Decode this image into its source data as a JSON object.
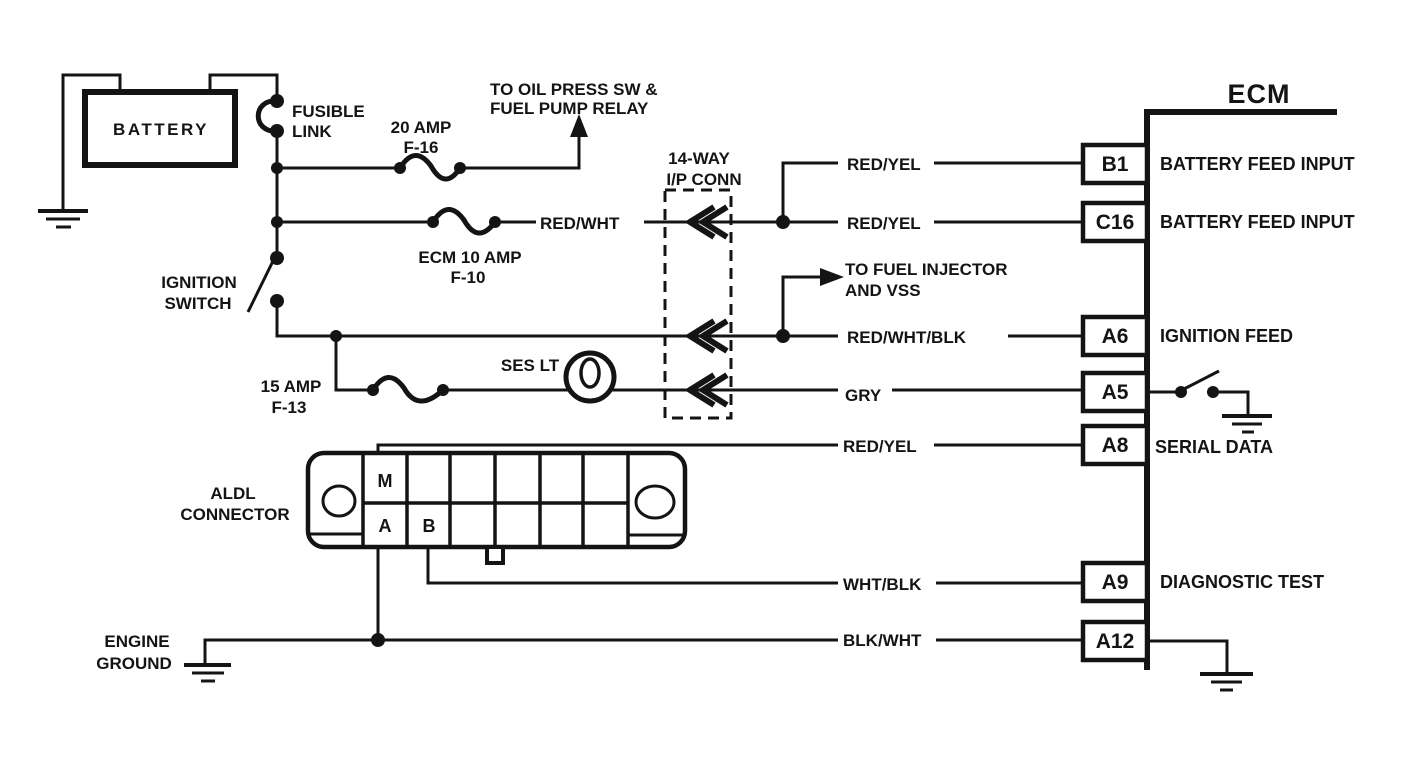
{
  "diagram": {
    "ecm": {
      "title": "ECM",
      "pins": [
        {
          "id": "B1",
          "label": "BATTERY FEED INPUT"
        },
        {
          "id": "C16",
          "label": "BATTERY FEED INPUT"
        },
        {
          "id": "A6",
          "label": "IGNITION FEED"
        },
        {
          "id": "A5",
          "label": ""
        },
        {
          "id": "A8",
          "label": "SERIAL DATA"
        },
        {
          "id": "A9",
          "label": "DIAGNOSTIC TEST"
        },
        {
          "id": "A12",
          "label": ""
        }
      ]
    },
    "wires": {
      "red_wht": "RED/WHT",
      "b1": "RED/YEL",
      "c16": "RED/YEL",
      "a6": "RED/WHT/BLK",
      "a5": "GRY",
      "a8": "RED/YEL",
      "a9": "WHT/BLK",
      "a12": "BLK/WHT"
    },
    "labels": {
      "battery": "BATTERY",
      "fusible_link_line1": "FUSIBLE",
      "fusible_link_line2": "LINK",
      "fuse20_line1": "20 AMP",
      "fuse20_line2": "F-16",
      "fuse10_line1": "ECM 10 AMP",
      "fuse10_line2": "F-10",
      "fuse15_line1": "15 AMP",
      "fuse15_line2": "F-13",
      "ignition_line1": "IGNITION",
      "ignition_line2": "SWITCH",
      "oil_press_line1": "TO OIL PRESS SW &",
      "oil_press_line2": "FUEL PUMP RELAY",
      "fuel_inj_line1": "TO FUEL INJECTOR",
      "fuel_inj_line2": "AND VSS",
      "ip_conn_line1": "14-WAY",
      "ip_conn_line2": "I/P  CONN",
      "ses_lt": "SES LT",
      "aldl_line1": "ALDL",
      "aldl_line2": "CONNECTOR",
      "engine_ground_line1": "ENGINE",
      "engine_ground_line2": "GROUND"
    },
    "aldl_pins": {
      "m": "M",
      "a": "A",
      "b": "B"
    },
    "colors": {
      "ink": "#141414",
      "paper": "#ffffff"
    }
  }
}
